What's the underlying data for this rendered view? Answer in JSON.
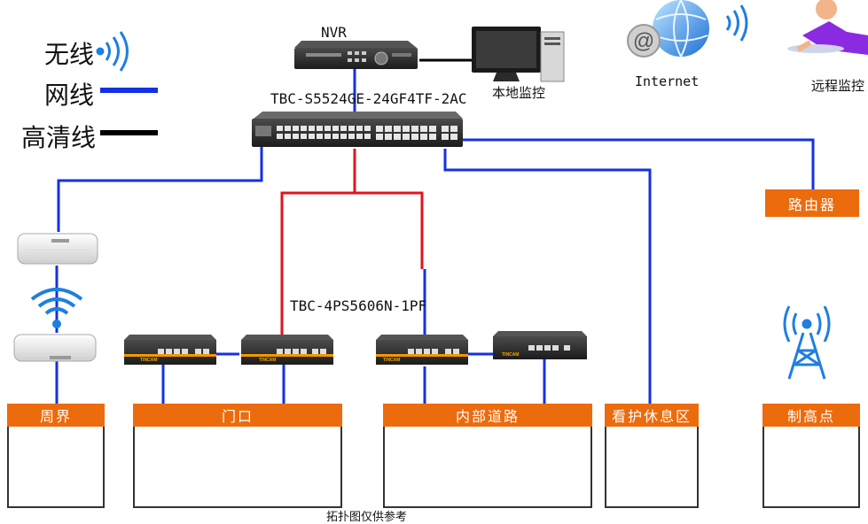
{
  "legend": {
    "wireless": "无线",
    "network": "网线",
    "hd": "高清线"
  },
  "devices": {
    "nvr": "NVR",
    "core_switch": "TBC-S5524GE-24GF4TF-2AC",
    "local_monitor": "本地监控",
    "internet": "Internet",
    "remote_monitor": "远程监控",
    "router": "路由器",
    "poe_switch": "TBC-4PS5606N-1PF",
    "switch_brand": "TINCAM"
  },
  "zones": {
    "perimeter": "周界",
    "gate": "门口",
    "inner_road": "内部道路",
    "guard_rest": "看护休息区",
    "high_point": "制高点"
  },
  "colors": {
    "network_line": "#1430e6",
    "hd_line": "#000000",
    "fiber_line": "#e0141e",
    "zone_header": "#ec6b0c",
    "wifi": "#1e7fe0"
  },
  "footer_note": "拓扑图仅供参考"
}
